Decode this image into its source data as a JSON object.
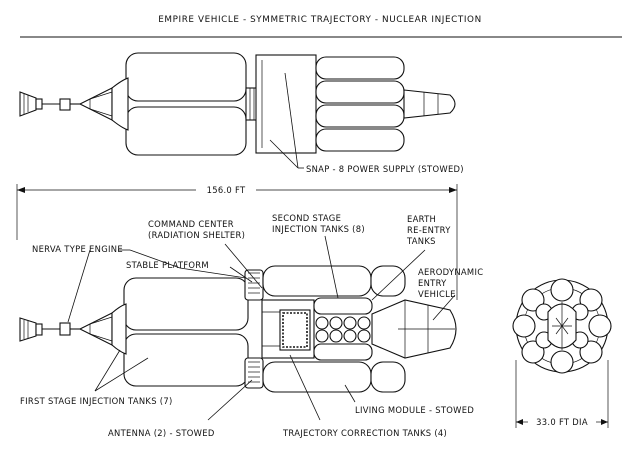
{
  "title": "EMPIRE VEHICLE - SYMMETRIC TRAJECTORY - NUCLEAR INJECTION",
  "labels": {
    "snap": "SNAP - 8 POWER SUPPLY (STOWED)",
    "length": "156.0 FT",
    "command_center_1": "COMMAND CENTER",
    "command_center_2": "(RADIATION SHELTER)",
    "second_stage_1": "SECOND STAGE",
    "second_stage_2": "INJECTION TANKS (8)",
    "earth_1": "EARTH",
    "earth_2": "RE-ENTRY",
    "earth_3": "TANKS",
    "nerva": "NERVA TYPE ENGINE",
    "stable_platform": "STABLE PLATFORM",
    "aero_1": "AERODYNAMIC",
    "aero_2": "ENTRY",
    "aero_3": "VEHICLE",
    "first_stage": "FIRST STAGE INJECTION TANKS (7)",
    "living_module": "LIVING MODULE - STOWED",
    "antenna": "ANTENNA (2) - STOWED",
    "trajectory": "TRAJECTORY CORRECTION TANKS (4)",
    "diameter": "33.0 FT DIA"
  }
}
